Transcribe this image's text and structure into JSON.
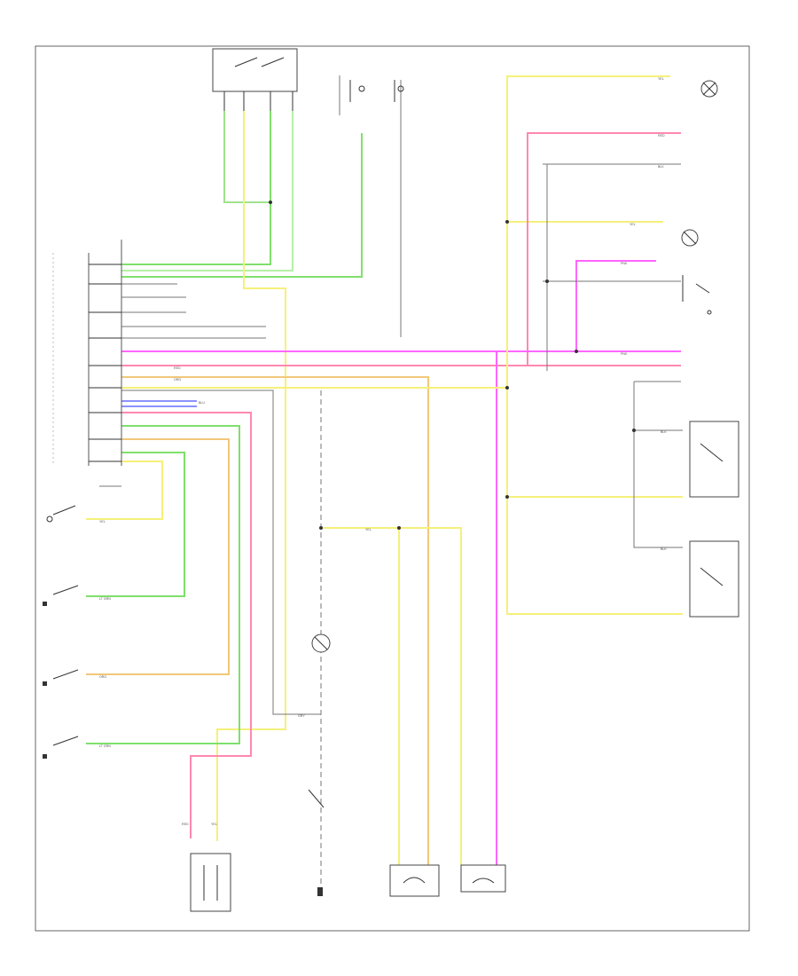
{
  "diagram_code": "",
  "colors": {
    "green": "#7ee06c",
    "light_green": "#b5f0a5",
    "yellow": "#f5f07a",
    "pink": "#ff88b0",
    "magenta": "#ff66ff",
    "orange": "#f2c77a",
    "blue": "#8a92ff",
    "gray": "#888888",
    "black": "#444444"
  },
  "wire_labels": {
    "yel": "YEL",
    "grn": "GRN",
    "lt_grn": "LT GRN",
    "red": "RED",
    "pnk": "PNK",
    "org": "ORG",
    "blu": "BLU",
    "gry": "GRY",
    "blk": "BLK"
  }
}
